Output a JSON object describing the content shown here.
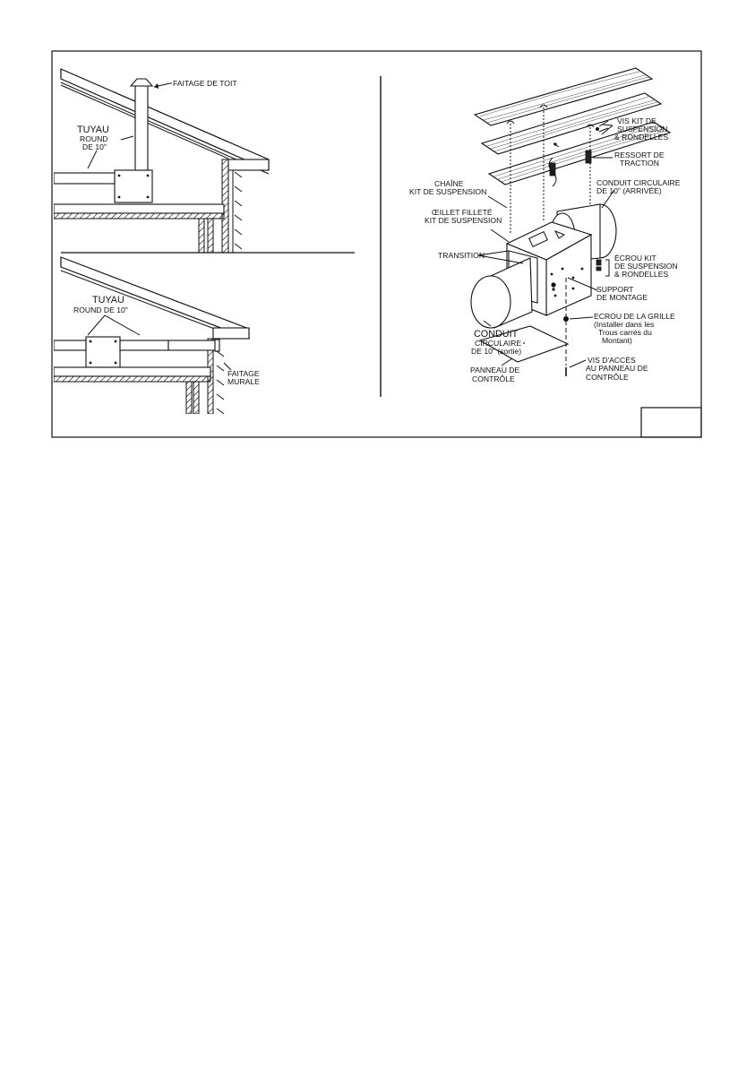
{
  "left_top": {
    "faitage_toit": "FAITAGE DE TOIT",
    "tuyau_1": "TUYAU",
    "tuyau_2": "ROUND",
    "tuyau_3": "DE 10\""
  },
  "left_bottom": {
    "tuyau_1": "TUYAU",
    "tuyau_2": "ROUND DE 10\"",
    "faitage_1": "FAITAGE",
    "faitage_2": "MURALE"
  },
  "right": {
    "vis_kit_1": "VIS KIT DE",
    "vis_kit_2": "SUSPENSION",
    "vis_kit_3": "& RONDELLES",
    "ressort_1": "RESSORT DE",
    "ressort_2": "TRACTION",
    "chaine_1": "CHAÎNE",
    "chaine_2": "KIT DE SUSPENSION",
    "conduit_arr_1": "CONDUIT CIRCULAIRE",
    "conduit_arr_2": "DE 10\" (ARRIVÉE)",
    "oeillet_1": "ŒILLET FILLETÉ",
    "oeillet_2": "KIT DE SUSPENSION",
    "transition": "TRANSITION",
    "ecrou_kit_1": "ÉCROU KIT",
    "ecrou_kit_2": "DE SUSPENSION",
    "ecrou_kit_3": "& RONDELLES",
    "support_1": "SUPPORT",
    "support_2": "DE MONTAGE",
    "ecrou_grille_1": "ECROU DE LA GRILLE",
    "ecrou_grille_2": "(Installer dans les",
    "ecrou_grille_3": "Trous carrés du",
    "ecrou_grille_4": "Montant)",
    "conduit_sortie_1": "CONDUIT",
    "conduit_sortie_2": "CIRCULAIRE",
    "conduit_sortie_3": "DE 10\" (sortie)",
    "vis_acces_1": "VIS D'ACCÈS",
    "vis_acces_2": "AU PANNEAU DE",
    "vis_acces_3": "CONTRÔLE",
    "panneau_1": "PANNEAU DE",
    "panneau_2": "CONTRÔLE"
  }
}
